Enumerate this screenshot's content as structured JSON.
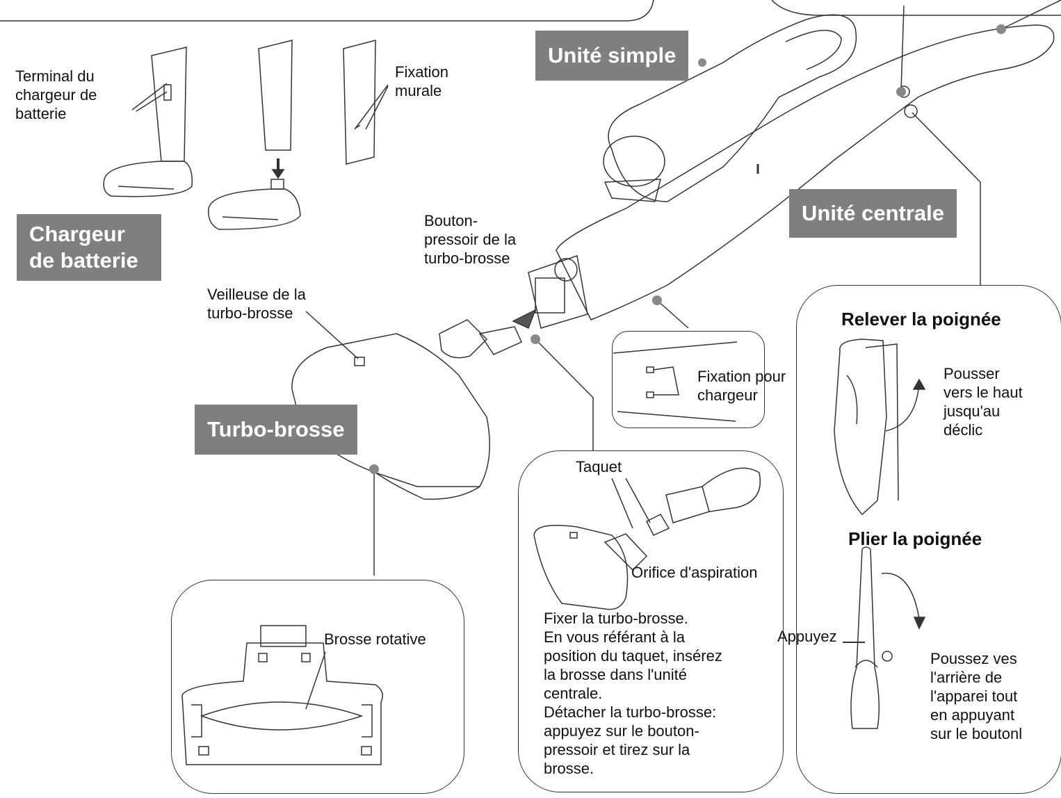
{
  "badges": {
    "unite_simple": "Unité simple",
    "unite_centrale": "Unité centrale",
    "chargeur": "Chargeur\nde batterie",
    "turbo_brosse": "Turbo-brosse"
  },
  "labels": {
    "terminal": "Terminal du\nchargeur de\nbatterie",
    "fixation_murale": "Fixation\nmurale",
    "bouton_pressoir": "Bouton-\npressoir de la\nturbo-brosse",
    "veilleuse": "Veilleuse de la\nturbo-brosse",
    "fixation_chargeur": "Fixation pour\nchargeur",
    "taquet": "Taquet",
    "orifice": "Orifice d'aspiration",
    "brosse_rotative": "Brosse rotative",
    "appuyez": "Appuyez"
  },
  "instructions": {
    "fixer": "Fixer  la turbo-brosse.\nEn vous référant à la\nposition du taquet, insérez\nla brosse dans l'unité\ncentrale.\nDétacher la turbo-brosse:\nappuyez sur le bouton-\npressoir et tirez sur la\nbrosse."
  },
  "handle_panel": {
    "relever_title": "Relever la poignée",
    "relever_text": "Pousser\nvers le haut\njusqu'au\ndéclic",
    "plier_title": "Plier la poignée",
    "plier_text": "Poussez ves\nl'arrière de\nl'apparei tout\nen appuyant\nsur le boutonl"
  },
  "colors": {
    "badge_bg": "#7f7f7f",
    "badge_text": "#ffffff",
    "line": "#333333",
    "dot": "#888888"
  }
}
